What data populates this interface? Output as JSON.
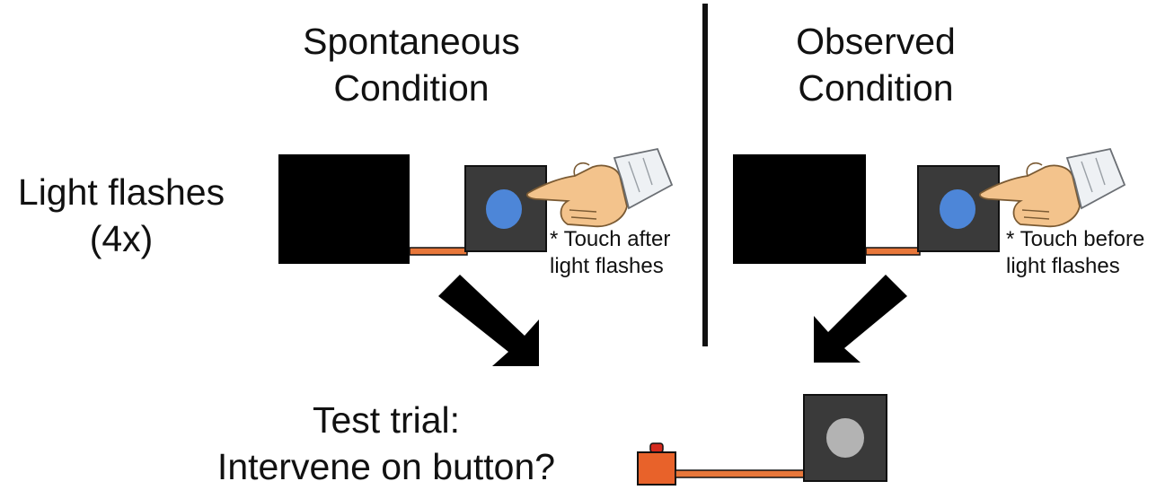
{
  "diagram": {
    "left_panel": {
      "title_line1": "Spontaneous",
      "title_line2": "Condition",
      "note_line1": "* Touch after",
      "note_line2": "light flashes"
    },
    "right_panel": {
      "title_line1": "Observed",
      "title_line2": "Condition",
      "note_line1": "* Touch before",
      "note_line2": "light flashes"
    },
    "row_label": {
      "line1": "Light flashes",
      "line2": "(4x)"
    },
    "test": {
      "line1": "Test trial:",
      "line2": "Intervene on button?"
    },
    "colors": {
      "box": "#000000",
      "panel": "#3a3a3a",
      "light_on": "#4d86d8",
      "light_off": "#b3b3b3",
      "wire": "#e8773a",
      "button": "#e8622a",
      "button_top": "#d42a1e",
      "hand": "#f3c38c"
    }
  }
}
